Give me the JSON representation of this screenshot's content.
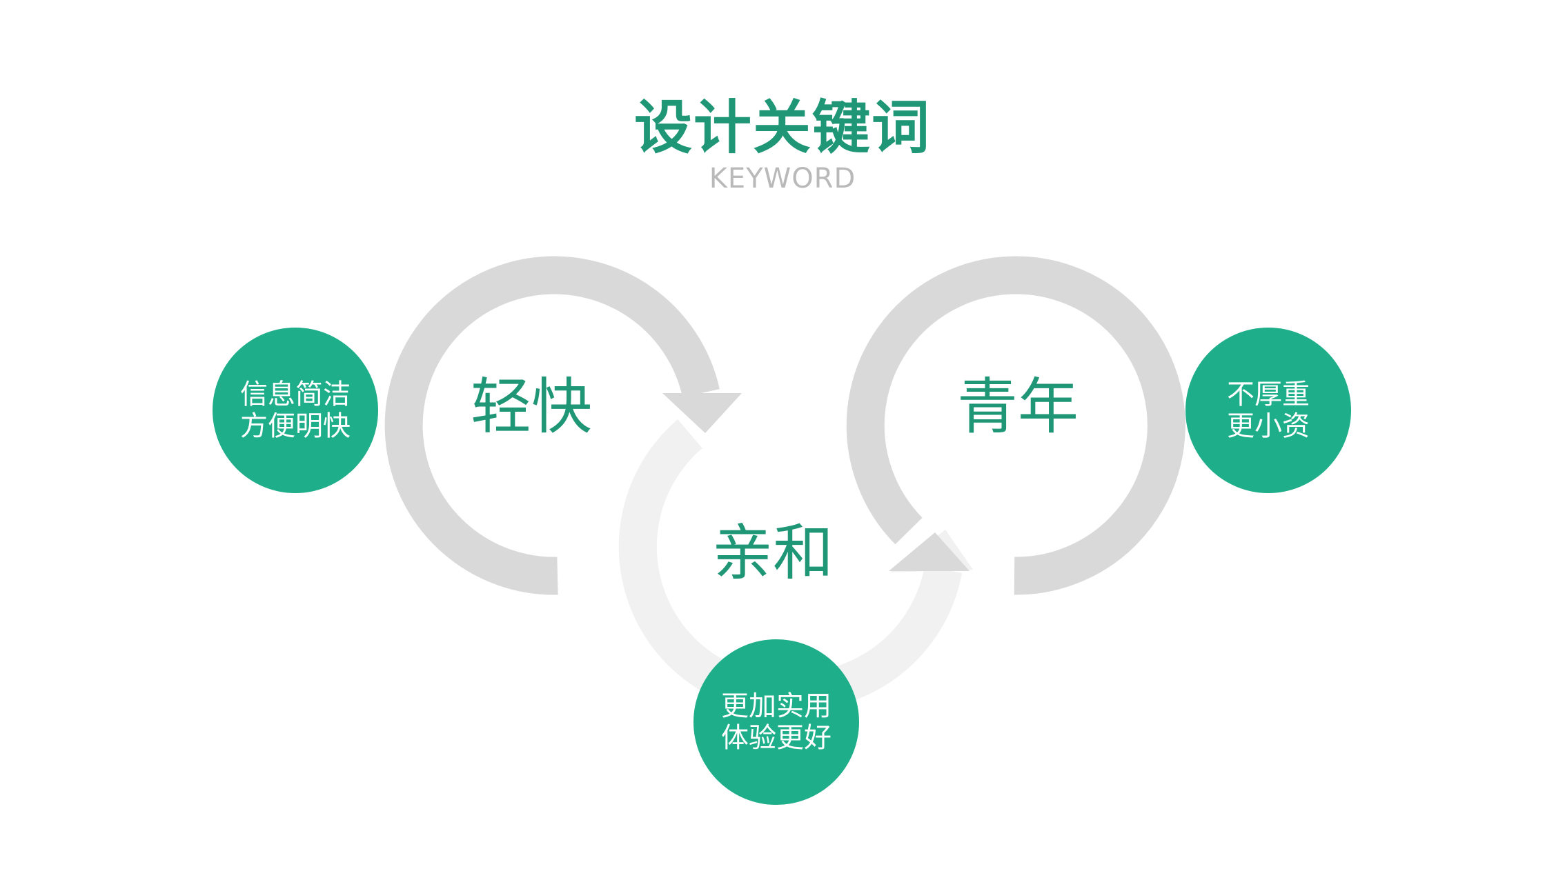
{
  "colors": {
    "accent": "#1fae8a",
    "title": "#1f9676",
    "subtitle": "#b9b9b9",
    "arrow_dark": "#d9d9d9",
    "arrow_light": "#f1f1f1"
  },
  "header": {
    "title": "设计关键词",
    "subtitle": "KEYWORD"
  },
  "keywords": [
    {
      "word": "轻快",
      "desc_lines": [
        "信息简洁",
        "方便明快"
      ]
    },
    {
      "word": "亲和",
      "desc_lines": [
        "更加实用",
        "体验更好"
      ]
    },
    {
      "word": "青年",
      "desc_lines": [
        "不厚重",
        "更小资"
      ]
    }
  ]
}
